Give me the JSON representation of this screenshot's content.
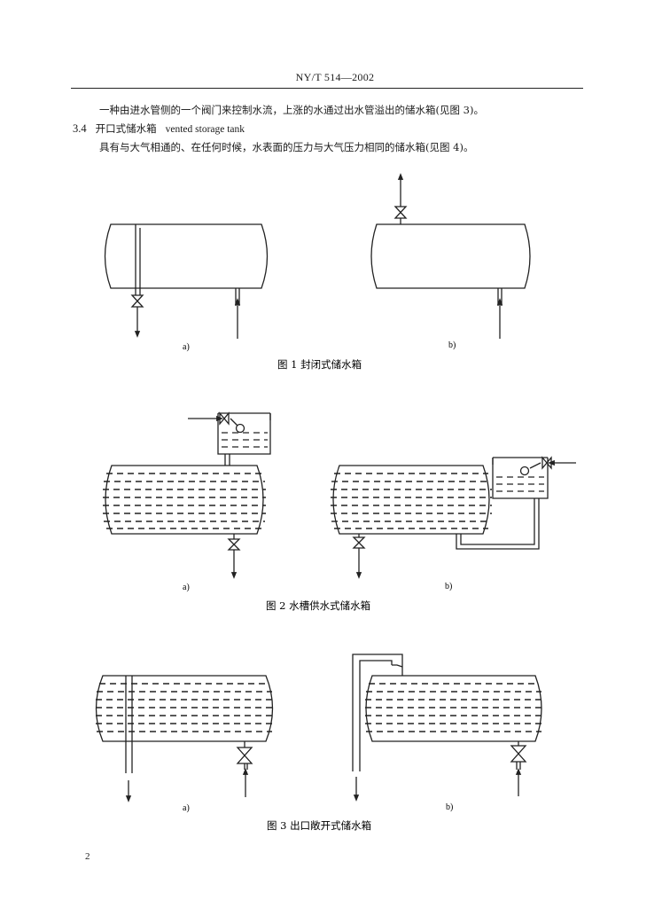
{
  "header": {
    "standard_code": "NY/T 514—2002"
  },
  "text": {
    "line1": "一种由进水管侧的一个阀门来控制水流，上涨的水通过出水管溢出的储水箱(见图 3)。",
    "section_number": "3.4",
    "section_title_cn": "开口式储水箱",
    "section_title_en": "vented storage tank",
    "line3": "具有与大气相通的、在任何时候，水表面的压力与大气压力相同的储水箱(见图 4)。"
  },
  "figures": [
    {
      "caption": "图 1   封闭式储水箱",
      "sub_a": "a)",
      "sub_b": "b)"
    },
    {
      "caption": "图 2   水槽供水式储水箱",
      "sub_a": "a)",
      "sub_b": "b)"
    },
    {
      "caption": "图 3   出口敞开式储水箱",
      "sub_a": "a)",
      "sub_b": "b)"
    }
  ],
  "footer": {
    "page_number": "2"
  }
}
